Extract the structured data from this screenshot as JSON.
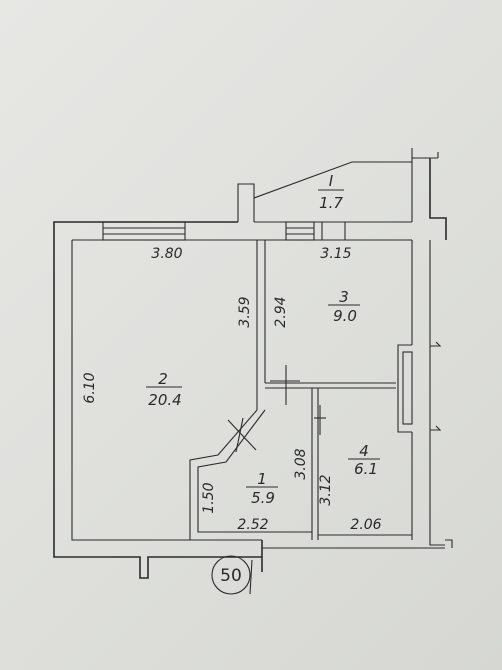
{
  "plan": {
    "balcony": {
      "number": "I",
      "area": "1.7"
    },
    "rooms": [
      {
        "id": "room-2",
        "number": "2",
        "area": "20.4"
      },
      {
        "id": "room-3",
        "number": "3",
        "area": "9.0"
      },
      {
        "id": "room-1",
        "number": "1",
        "area": "5.9"
      },
      {
        "id": "room-4",
        "number": "4",
        "area": "6.1"
      }
    ],
    "dimensions": {
      "room2_width": "3.80",
      "room2_height": "6.10",
      "room2_right_wall": "3.59",
      "room3_width": "3.15",
      "room3_height": "2.94",
      "hall_height": "3.08",
      "hall_width": "2.52",
      "hall_side": "1.50",
      "bath_height": "3.12",
      "bath_width": "2.06"
    },
    "apartment_number": "50"
  }
}
